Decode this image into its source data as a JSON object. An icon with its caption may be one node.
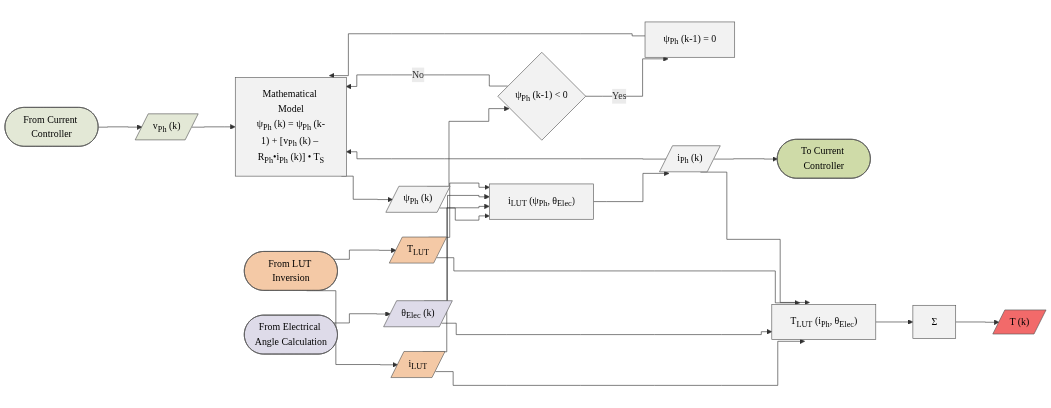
{
  "diagram": {
    "nodes": [
      {
        "text": [
          "v$_{Ph}$ (k)"
        ]
      },
      {
        "text": [
          "Mathematical Model",
          "ψ$_{Ph}$ (k) = ψ$_{Ph}$ (k-1) + [v$_{Ph}$ (k) – R$_{Ph}$•i$_{Ph}$ (k)] • T$_{S}$"
        ]
      },
      {
        "text": [
          "From Current Controller"
        ]
      },
      {
        "text": [
          "ψ$_{Ph}$ (k)"
        ]
      },
      {
        "text": [
          "ψ$_{Ph}$ (k-1) = 0"
        ]
      },
      {
        "text": [
          "ψ$_{Ph}$ (k-1) < 0"
        ]
      },
      {
        "text": [
          "From LUT Inversion"
        ]
      },
      {
        "text": [
          "i$_{LUT}$"
        ]
      },
      {
        "text": [
          "i$_{LUT}$ (ψ$_{Ph}$, θ$_{Elec}$)"
        ]
      },
      {
        "text": [
          "From Electrical Angle Calculation"
        ]
      },
      {
        "text": [
          "θ$_{Elec}$ (k)"
        ]
      },
      {
        "text": [
          "i$_{Ph}$ (k)"
        ]
      },
      {
        "text": [
          "To Current Controller"
        ]
      },
      {
        "text": [
          "T$_{LUT}$"
        ]
      },
      {
        "text": [
          "T$_{LUT}$ (i$_{Ph}$, θ$_{Elec}$)"
        ]
      },
      {
        "text": [
          "Σ"
        ]
      },
      {
        "text": [
          "T (k)"
        ]
      }
    ],
    "edges": [
      {
        "from": 2,
        "to": 0,
        "arrow": "to"
      },
      {
        "from": 0,
        "to": 1,
        "arrow": "to"
      },
      {
        "from": 1,
        "to": 3,
        "arrow": "to"
      },
      {
        "from": 3,
        "to": 8,
        "arrow": "to"
      },
      {
        "from": 3,
        "to": 5,
        "arrow": "to"
      },
      {
        "from": 5,
        "to": 4,
        "arrow": "to",
        "label": "Yes"
      },
      {
        "from": 5,
        "to": 1,
        "arrow": "to",
        "label": "No"
      },
      {
        "from": 4,
        "to": 1,
        "arrow": "to"
      },
      {
        "from": 6,
        "to": 7,
        "arrow": "to"
      },
      {
        "from": 6,
        "to": 13,
        "arrow": "to"
      },
      {
        "from": 9,
        "to": 10,
        "arrow": "to"
      },
      {
        "from": 7,
        "to": 8,
        "arrow": "to"
      },
      {
        "from": 7,
        "to": 14,
        "arrow": "to"
      },
      {
        "from": 10,
        "to": 8,
        "arrow": "to"
      },
      {
        "from": 10,
        "to": 14,
        "arrow": "to"
      },
      {
        "from": 13,
        "to": 8,
        "arrow": "to"
      },
      {
        "from": 13,
        "to": 14,
        "arrow": "to"
      },
      {
        "from": 8,
        "to": 11,
        "arrow": "to"
      },
      {
        "from": 11,
        "to": 12,
        "arrow": "to"
      },
      {
        "from": 11,
        "to": 1,
        "arrow": "to"
      },
      {
        "from": 11,
        "to": 14,
        "arrow": "to"
      },
      {
        "from": 14,
        "to": 15,
        "arrow": "to"
      },
      {
        "from": 15,
        "to": 16,
        "arrow": "to"
      }
    ]
  }
}
